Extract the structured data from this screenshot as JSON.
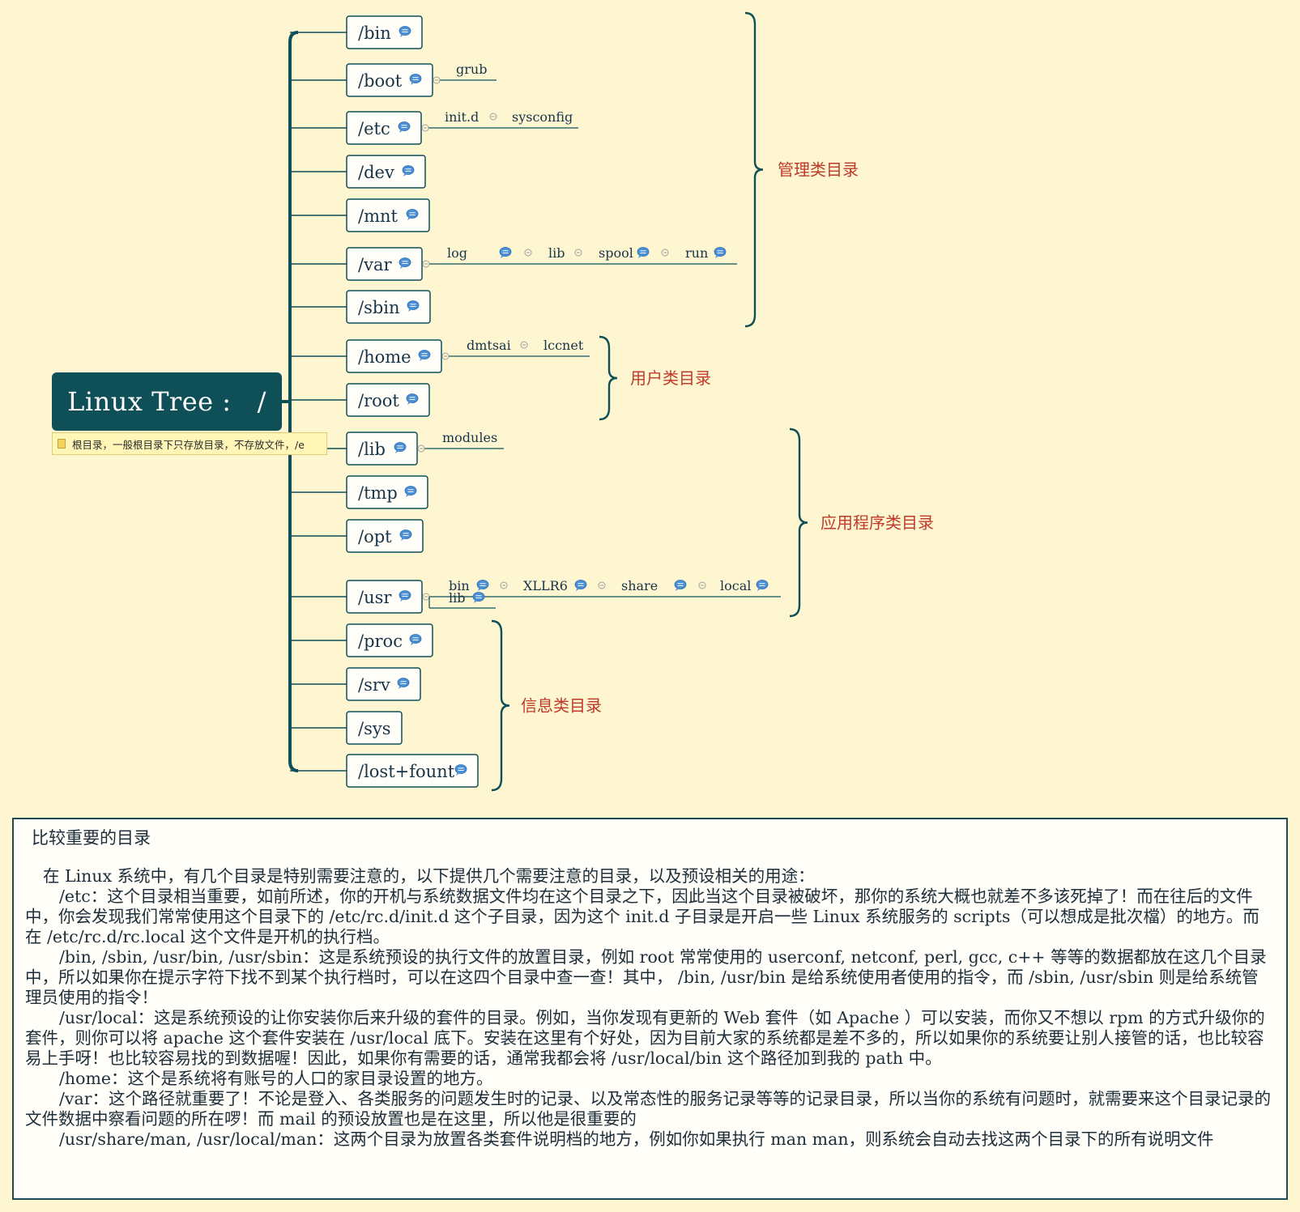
{
  "root": {
    "title": "Linux Tree :   /",
    "note": "根目录，一般根目录下只存放目录，不存放文件，/e"
  },
  "directories": [
    {
      "label": "/bin",
      "has_note": true,
      "children": []
    },
    {
      "label": "/boot",
      "has_note": true,
      "children": [
        {
          "label": "grub",
          "has_note": false
        }
      ]
    },
    {
      "label": "/etc",
      "has_note": true,
      "children": [
        {
          "label": "init.d",
          "has_note": false
        },
        {
          "label": "sysconfig",
          "has_note": false
        }
      ]
    },
    {
      "label": "/dev",
      "has_note": true,
      "children": []
    },
    {
      "label": "/mnt",
      "has_note": true,
      "children": []
    },
    {
      "label": "/var",
      "has_note": true,
      "children": [
        {
          "label": "log",
          "has_note": true
        },
        {
          "label": "lib",
          "has_note": false
        },
        {
          "label": "spool",
          "has_note": true
        },
        {
          "label": "run",
          "has_note": true
        }
      ]
    },
    {
      "label": "/sbin",
      "has_note": true,
      "children": []
    },
    {
      "label": "/home",
      "has_note": true,
      "children": [
        {
          "label": "dmtsai",
          "has_note": false
        },
        {
          "label": "lccnet",
          "has_note": false
        }
      ]
    },
    {
      "label": "/root",
      "has_note": true,
      "children": []
    },
    {
      "label": "/lib",
      "has_note": true,
      "children": [
        {
          "label": "modules",
          "has_note": false
        }
      ]
    },
    {
      "label": "/tmp",
      "has_note": true,
      "children": []
    },
    {
      "label": "/opt",
      "has_note": true,
      "children": []
    },
    {
      "label": "/usr",
      "has_note": true,
      "children": [
        {
          "label": "bin",
          "has_note": true
        },
        {
          "label": "XLLR6",
          "has_note": true
        },
        {
          "label": "share",
          "has_note": true
        },
        {
          "label": "local",
          "has_note": true
        }
      ],
      "children2": [
        {
          "label": "lib",
          "has_note": true
        }
      ]
    },
    {
      "label": "/proc",
      "has_note": true,
      "children": []
    },
    {
      "label": "/srv",
      "has_note": true,
      "children": []
    },
    {
      "label": "/sys",
      "has_note": false,
      "children": []
    },
    {
      "label": "/lost+fount",
      "has_note": true,
      "children": []
    }
  ],
  "groups": [
    {
      "label": "管理类目录",
      "from": 0,
      "to": 6
    },
    {
      "label": "用户类目录",
      "from": 7,
      "to": 8
    },
    {
      "label": "应用程序类目录",
      "from": 9,
      "to": 12
    },
    {
      "label": "信息类目录",
      "from": 13,
      "to": 16
    }
  ],
  "info": {
    "title": "比较重要的目录",
    "paragraphs": [
      "在 Linux 系统中，有几个目录是特别需要注意的，以下提供几个需要注意的目录，以及预设相关的用途：",
      "/etc：这个目录相当重要，如前所述，你的开机与系统数据文件均在这个目录之下，因此当这个目录被破坏，那你的系统大概也就差不多该死掉了！而在往后的文件中，你会发现我们常常使用这个目录下的 /etc/rc.d/init.d 这个子目录，因为这个 init.d 子目录是开启一些 Linux 系统服务的 scripts（可以想成是批次檔）的地方。而在 /etc/rc.d/rc.local 这个文件是开机的执行档。",
      "/bin, /sbin, /usr/bin, /usr/sbin：这是系统预设的执行文件的放置目录，例如 root 常常使用的 userconf, netconf, perl, gcc, c++ 等等的数据都放在这几个目录中，所以如果你在提示字符下找不到某个执行档时，可以在这四个目录中查一查！其中， /bin, /usr/bin 是给系统使用者使用的指令，而 /sbin, /usr/sbin 则是给系统管理员使用的指令！",
      "/usr/local：这是系统预设的让你安装你后来升级的套件的目录。例如，当你发现有更新的 Web 套件（如 Apache ）可以安装，而你又不想以 rpm 的方式升级你的套件，则你可以将 apache 这个套件安装在 /usr/local 底下。安装在这里有个好处，因为目前大家的系统都是差不多的，所以如果你的系统要让别人接管的话，也比较容易上手呀！也比较容易找的到数据喔！因此，如果你有需要的话，通常我都会将 /usr/local/bin 这个路径加到我的 path 中。",
      "/home：这个是系统将有账号的人口的家目录设置的地方。",
      "/var：这个路径就重要了！不论是登入、各类服务的问题发生时的记录、以及常态性的服务记录等等的记录目录，所以当你的系统有问题时，就需要来这个目录记录的文件数据中察看问题的所在啰！而 mail 的预设放置也是在这里，所以他是很重要的",
      "/usr/share/man, /usr/local/man：这两个目录为放置各类套件说明档的地方，例如你如果执行 man man，则系统会自动去找这两个目录下的所有说明文件"
    ]
  },
  "colors": {
    "background": "#fdf6d0",
    "root_fill": "#0f4f58",
    "line": "#0f4f58",
    "group_label": "#c0392b",
    "note_icon": "#4a8fd6",
    "text": "#17344a"
  }
}
